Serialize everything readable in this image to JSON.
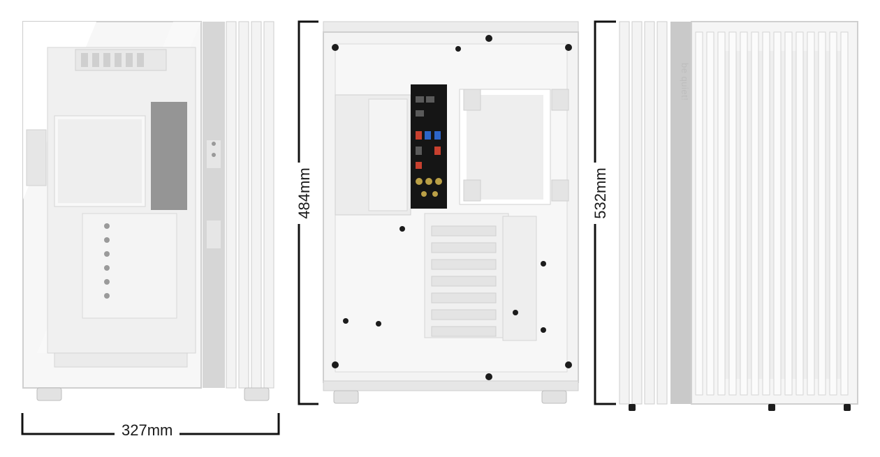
{
  "dimensions": {
    "width_label": "327mm",
    "depth_label": "484mm",
    "height_label": "532mm"
  },
  "branding": {
    "front_logo": "be quiet!"
  },
  "colors": {
    "case_white": "#f2f2f2",
    "case_shadow": "#d9d9d9",
    "trim_grey": "#c9c9c9",
    "io_black": "#151515",
    "line_black": "#111111"
  },
  "views": {
    "left": "side-glass-view",
    "center": "rear-view",
    "right": "front-view"
  }
}
